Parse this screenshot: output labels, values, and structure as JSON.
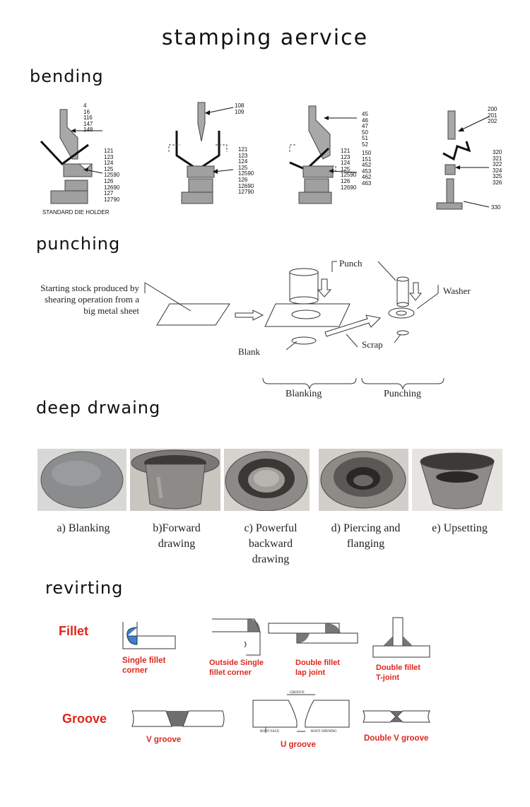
{
  "title": "stamping aervice",
  "sections": {
    "bending": "bending",
    "punching": "punching",
    "deep_drawing": "deep drwaing",
    "riveting": "revirting"
  },
  "bending": {
    "die_holder_label": "STANDARD DIE HOLDER",
    "tool1_top": [
      "4",
      "16",
      "116",
      "147",
      "148"
    ],
    "tool1_bottom": [
      "121",
      "123",
      "124",
      "125",
      "12590",
      "126",
      "12690",
      "127",
      "12790"
    ],
    "tool2_top": [
      "108",
      "109"
    ],
    "tool2_bottom": [
      "121",
      "123",
      "124",
      "125",
      "12590",
      "126",
      "12690",
      "12790"
    ],
    "tool3_top": [
      "45",
      "46",
      "47",
      "50",
      "51",
      "52"
    ],
    "tool3_bottom_a": [
      "121",
      "123",
      "124",
      "125",
      "12590",
      "126",
      "12690"
    ],
    "tool3_bottom_b": [
      "150",
      "151",
      "452",
      "453",
      "462",
      "463"
    ],
    "tool4_top": [
      "200",
      "201",
      "202"
    ],
    "tool4_mid": [
      "320",
      "321",
      "322",
      "324",
      "325",
      "326"
    ],
    "tool4_bottom": [
      "330"
    ]
  },
  "punching": {
    "stock_label": "Starting stock produced by shearing operation from a big metal sheet",
    "stock_lines": [
      "Starting stock produced by",
      "shearing operation from a",
      "big metal sheet"
    ],
    "punch": "Punch",
    "washer": "Washer",
    "blank": "Blank",
    "scrap": "Scrap",
    "blanking": "Blanking",
    "punching": "Punching"
  },
  "deep_drawing": {
    "steps": [
      {
        "line1": "a) Blanking",
        "line2": "",
        "line3": ""
      },
      {
        "line1": "b)Forward",
        "line2": "drawing",
        "line3": ""
      },
      {
        "line1": "c) Powerful",
        "line2": "backward",
        "line3": "drawing"
      },
      {
        "line1": "d) Piercing and",
        "line2": "flanging",
        "line3": ""
      },
      {
        "line1": "e) Upsetting",
        "line2": "",
        "line3": ""
      }
    ]
  },
  "riveting": {
    "fillet": "Fillet",
    "groove": "Groove",
    "fillet_items": [
      {
        "line1": "Single fillet",
        "line2": "corner"
      },
      {
        "line1": "Outside Single",
        "line2": "fillet corner"
      },
      {
        "line1": "Double fillet",
        "line2": "lap joint"
      },
      {
        "line1": "Double fillet",
        "line2": "T-joint"
      }
    ],
    "groove_items": [
      "V groove",
      "U groove",
      "Double V groove"
    ],
    "u_groove_labels": {
      "groove": "GROOVE",
      "root_face": "ROOT FACE",
      "root_opening": "ROOT OPENING"
    }
  },
  "colors": {
    "red_label": "#e0261c",
    "weld_blue": "#3f7fd0",
    "steel": "#9a9a9a"
  }
}
